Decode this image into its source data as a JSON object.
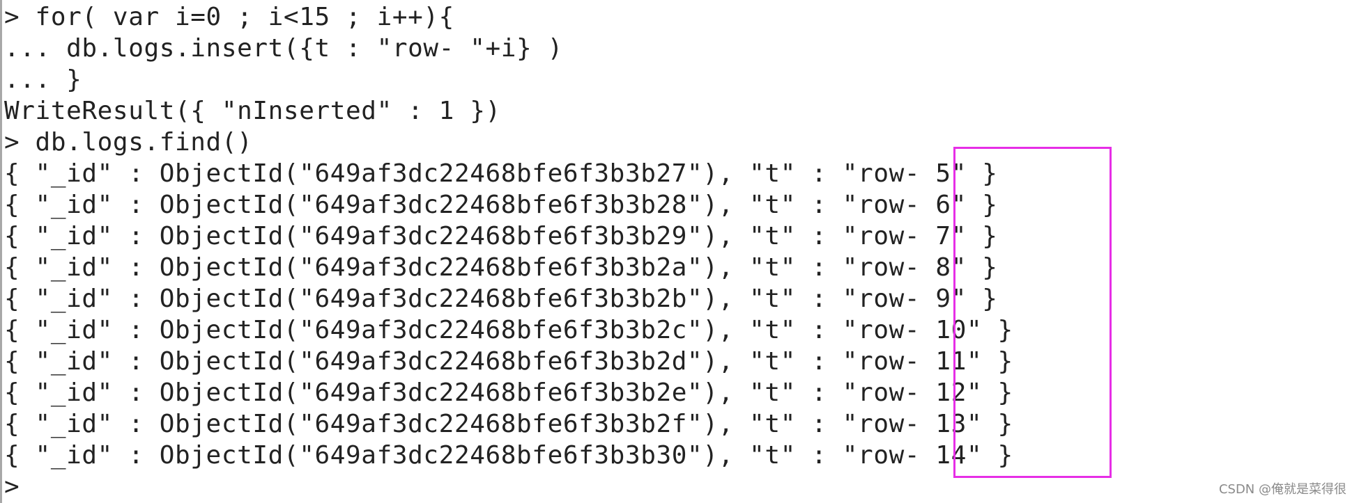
{
  "terminal": {
    "lines": [
      "> for( var i=0 ; i<15 ; i++){",
      "... db.logs.insert({t : \"row- \"+i} )",
      "... }",
      "WriteResult({ \"nInserted\" : 1 })",
      "> db.logs.find()",
      "{ \"_id\" : ObjectId(\"649af3dc22468bfe6f3b3b27\"), \"t\" : \"row- 5\" }",
      "{ \"_id\" : ObjectId(\"649af3dc22468bfe6f3b3b28\"), \"t\" : \"row- 6\" }",
      "{ \"_id\" : ObjectId(\"649af3dc22468bfe6f3b3b29\"), \"t\" : \"row- 7\" }",
      "{ \"_id\" : ObjectId(\"649af3dc22468bfe6f3b3b2a\"), \"t\" : \"row- 8\" }",
      "{ \"_id\" : ObjectId(\"649af3dc22468bfe6f3b3b2b\"), \"t\" : \"row- 9\" }",
      "{ \"_id\" : ObjectId(\"649af3dc22468bfe6f3b3b2c\"), \"t\" : \"row- 10\" }",
      "{ \"_id\" : ObjectId(\"649af3dc22468bfe6f3b3b2d\"), \"t\" : \"row- 11\" }",
      "{ \"_id\" : ObjectId(\"649af3dc22468bfe6f3b3b2e\"), \"t\" : \"row- 12\" }",
      "{ \"_id\" : ObjectId(\"649af3dc22468bfe6f3b3b2f\"), \"t\" : \"row- 13\" }",
      "{ \"_id\" : ObjectId(\"649af3dc22468bfe6f3b3b30\"), \"t\" : \"row- 14\" }",
      ">"
    ]
  },
  "colors": {
    "highlight": "#e62ee6",
    "text": "#222222"
  },
  "watermark": "CSDN @俺就是菜得很"
}
